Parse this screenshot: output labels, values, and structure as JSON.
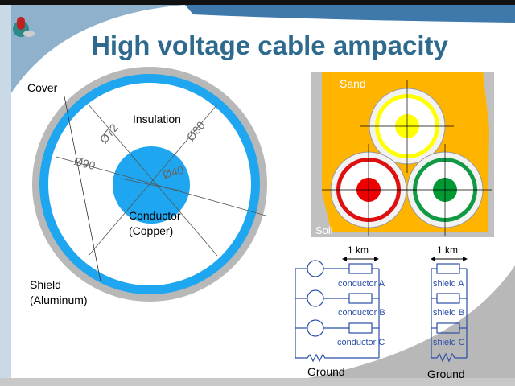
{
  "slide": {
    "title": "High voltage cable ampacity"
  },
  "cross_section": {
    "labels": {
      "cover": "Cover",
      "insulation": "Insulation",
      "conductor": "Conductor",
      "conductor_material": "(Copper)",
      "shield": "Shield",
      "shield_material": "(Aluminum)"
    },
    "dimensions": {
      "d72": "Ø72",
      "d80": "Ø80",
      "d90": "Ø90",
      "d40": "Ø40"
    }
  },
  "burial": {
    "sand": "Sand",
    "soil": "Soil",
    "colors": {
      "sand": "#ffb400",
      "soil": "#c0c0c0",
      "phase_a": "#ffff00",
      "phase_b": "#ff0000",
      "phase_c": "#009933"
    }
  },
  "circuits": {
    "length_label": "1 km",
    "conductor_labels": [
      "conductor A",
      "conductor B",
      "conductor C"
    ],
    "shield_labels": [
      "shield A",
      "shield B",
      "shield C"
    ],
    "ground": "Ground"
  }
}
